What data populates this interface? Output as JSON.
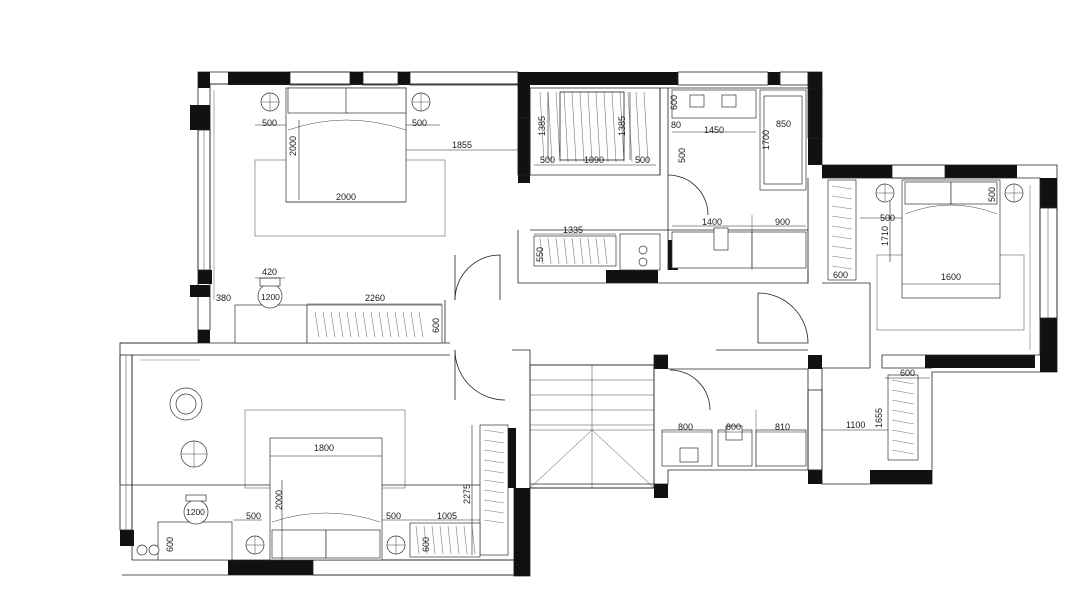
{
  "colors": {
    "wall": "#111111",
    "line": "#222222",
    "background": "#ffffff"
  },
  "dimensions": {
    "mb_bedside_left": "500",
    "mb_bedside_right": "500",
    "mb_bed_length": "2000",
    "mb_bed_width": "2000",
    "mb_to_closet": "1855",
    "mb_table": "420",
    "mb_round_table": "1200",
    "mb_wall_gap": "380",
    "mb_wardrobe_len": "2260",
    "mb_wardrobe_depth": "600",
    "wic_left": "1385",
    "wic_right": "1385",
    "wic_side_a": "500",
    "wic_middle": "1090",
    "wic_side_b": "500",
    "bath1_top": "600",
    "bath1_80": "80",
    "bath1_vanity": "1450",
    "bath1_shower_w": "850",
    "bath1_shower_d": "1700",
    "bath1_door": "500",
    "corridor_closet": "1335",
    "corridor_closet_d": "550",
    "bath1_bottom": "1400",
    "bath1_shower2": "900",
    "rb_bedside": "500",
    "rb_right": "500",
    "rb_bed_len": "1710",
    "rb_bed_w": "1600",
    "rb_wardrobe": "600",
    "bb_bed_w": "1800",
    "bb_wardrobe_len": "2275",
    "bb_round": "1200",
    "bb_bed_len": "2000",
    "bb_bedside_l": "500",
    "bb_bedside_r": "500",
    "bb_desk": "1005",
    "bb_desk_d": "600",
    "bb_left_600": "600",
    "bath2_800a": "800",
    "bath2_800b": "800",
    "bath2_810": "810",
    "rc_600": "600",
    "rc_1100": "1100",
    "rc_1655": "1655"
  }
}
